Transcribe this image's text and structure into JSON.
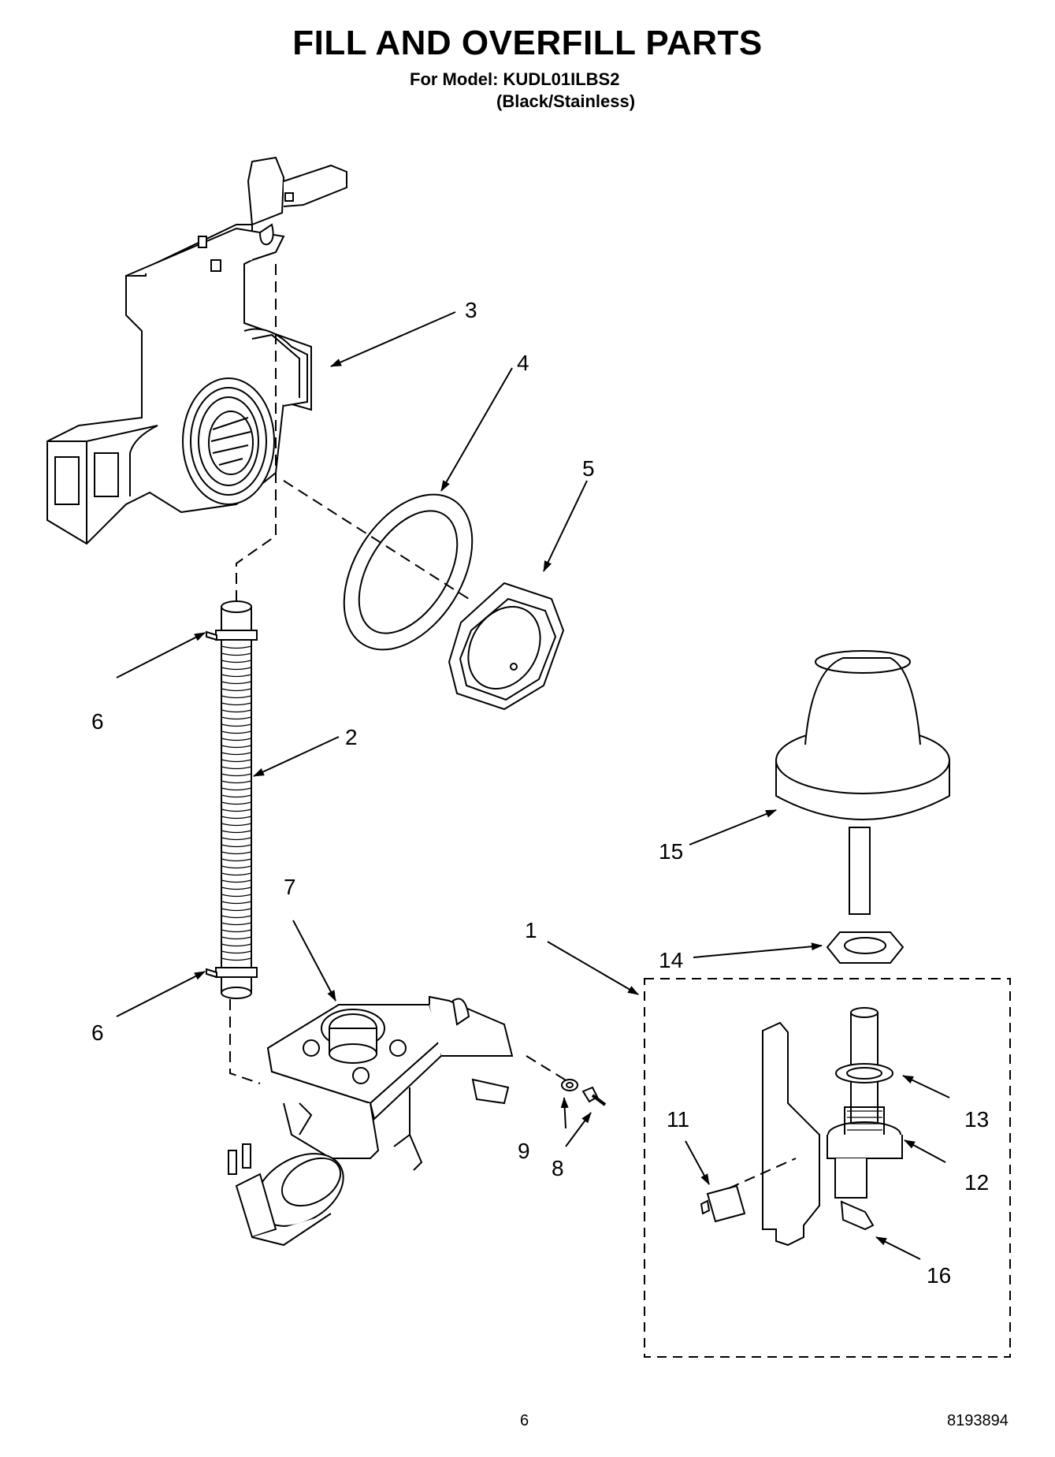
{
  "title": "FILL AND OVERFILL PARTS",
  "model_line": "For Model: KUDL01ILBS2",
  "finish_line": "(Black/Stainless)",
  "callouts": {
    "c1": "1",
    "c2": "2",
    "c3": "3",
    "c4": "4",
    "c5": "5",
    "c6a": "6",
    "c6b": "6",
    "c7": "7",
    "c8": "8",
    "c9": "9",
    "c11": "11",
    "c12": "12",
    "c13": "13",
    "c14": "14",
    "c15": "15",
    "c16": "16"
  },
  "footer": {
    "page": "6",
    "doc_number": "8193894"
  }
}
